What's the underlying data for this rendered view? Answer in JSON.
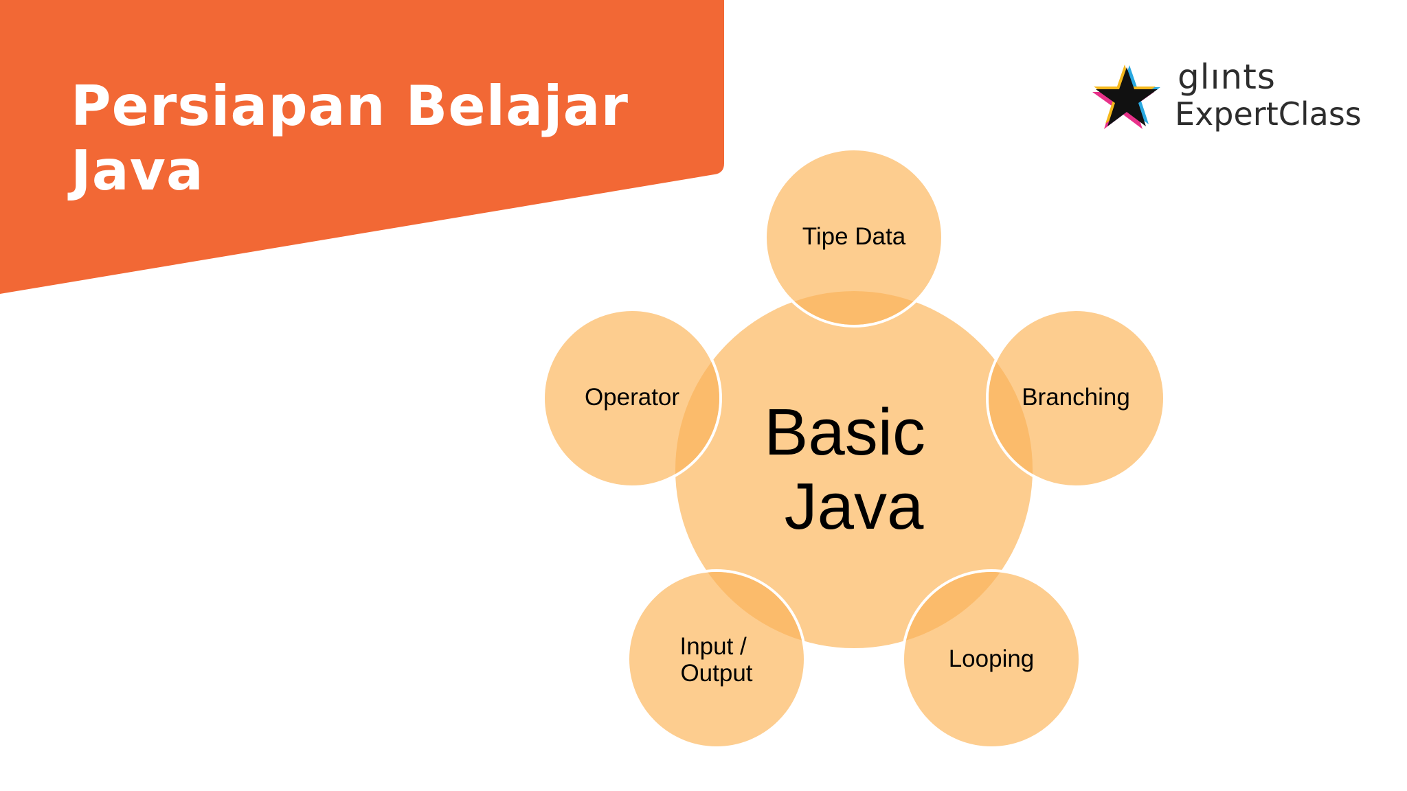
{
  "slide": {
    "title_line1": "Persiapan Belajar",
    "title_line2": "Java",
    "banner_color": "#f26835"
  },
  "logo": {
    "line1": "glınts",
    "line2": "ExpertClass",
    "icon": "star-icon"
  },
  "diagram": {
    "type": "radial-venn",
    "circle_fill": "#fdcd8f",
    "overlap_fill": "#fbbb6b",
    "stroke_color": "#ffffff",
    "center": {
      "line1": "Basic",
      "line2": "Java"
    },
    "nodes": [
      {
        "id": "tipe-data",
        "line1": "Tipe Data",
        "line2": ""
      },
      {
        "id": "branching",
        "line1": "Branching",
        "line2": ""
      },
      {
        "id": "looping",
        "line1": "Looping",
        "line2": ""
      },
      {
        "id": "input-output",
        "line1": "Input /",
        "line2": "Output"
      },
      {
        "id": "operator",
        "line1": "Operator",
        "line2": ""
      }
    ]
  }
}
